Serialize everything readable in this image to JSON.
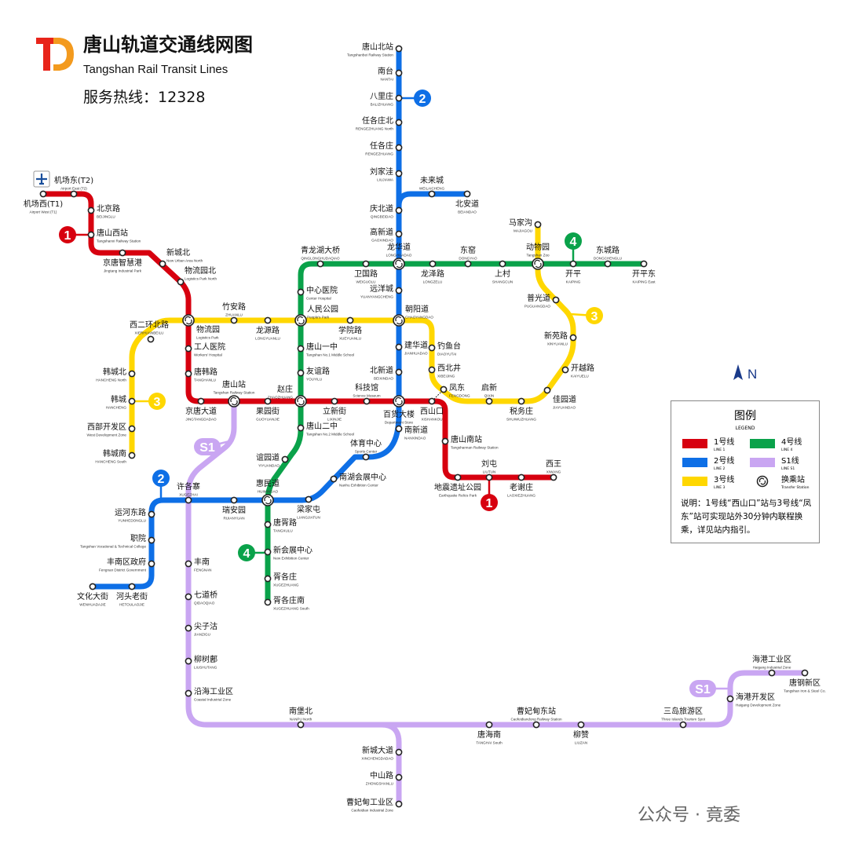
{
  "header": {
    "title": "唐山轨道交通线网图",
    "subtitle": "Tangshan Rail Transit Lines",
    "hotline": "服务热线：12328",
    "logo_text": "TD"
  },
  "north": "N",
  "watermark": "公众号 · 竟委",
  "colors": {
    "line1": "#d7000f",
    "line2": "#0e6fe6",
    "line3": "#ffd700",
    "line4": "#0aa24a",
    "s1": "#c9a6f2"
  },
  "badges": {
    "line1": "1",
    "line2": "2",
    "line3": "3",
    "line4": "4",
    "s1": "S1"
  },
  "legend": {
    "title": "图例",
    "subtitle": "LEGEND",
    "items": [
      {
        "zh": "1号线",
        "en": "LINE 1"
      },
      {
        "zh": "4号线",
        "en": "LINE 4"
      },
      {
        "zh": "2号线",
        "en": "LINE 2"
      },
      {
        "zh": "S1线",
        "en": "LINE S1"
      },
      {
        "zh": "3号线",
        "en": "LINE 3"
      },
      {
        "zh": "换乘站",
        "en": "Transfer Station"
      }
    ],
    "note": "说明：1号线“西山口”站与3号线“凤东”站可实现站外30分钟内联程换乘，详见站内指引。"
  },
  "stations": {
    "jcx": {
      "zh": "机场西(T1)",
      "en": "Airport West (T1)"
    },
    "jcd": {
      "zh": "机场东(T2)",
      "en": "Airport East (T2)"
    },
    "bjl": {
      "zh": "北京路",
      "en": "BEIJINGLU"
    },
    "tsxz": {
      "zh": "唐山西站",
      "en": "Tangshanxi Railway Station"
    },
    "jtzhg": {
      "zh": "京唐智慧港",
      "en": "Jingtang Industrial Park"
    },
    "xcb": {
      "zh": "新城北",
      "en": "New Urban Area North"
    },
    "wlyb": {
      "zh": "物流园北",
      "en": "Logistics Park North"
    },
    "wly": {
      "zh": "物流园",
      "en": "Logistics Park"
    },
    "gryy": {
      "zh": "工人医院",
      "en": "Workers' Hospital"
    },
    "thl": {
      "zh": "唐韩路",
      "en": "TANGHANLU"
    },
    "jtdd": {
      "zh": "京唐大道",
      "en": "JINGTANGDADAO"
    },
    "tsz": {
      "zh": "唐山站",
      "en": "Tangshan Railway Station"
    },
    "gyj": {
      "zh": "果园街",
      "en": "GUOYUANJIE"
    },
    "zz": {
      "zh": "赵庄",
      "en": "ZHAOZHUANG"
    },
    "lxj": {
      "zh": "立新街",
      "en": "LIXINJIE"
    },
    "kjg": {
      "zh": "科技馆",
      "en": "Science Museum"
    },
    "bhdl": {
      "zh": "百货大楼",
      "en": "Department Store"
    },
    "xsk": {
      "zh": "西山口",
      "en": "XISHANKOU"
    },
    "tsnz": {
      "zh": "唐山南站",
      "en": "Tangshannan Railway Station"
    },
    "dzyz": {
      "zh": "地震遗址公园",
      "en": "Earthquake Relics Park"
    },
    "lt": {
      "zh": "刘屯",
      "en": "LIUTUN"
    },
    "lxz": {
      "zh": "老谢庄",
      "en": "LAOXIEZHUANG"
    },
    "xw": {
      "zh": "西王",
      "en": "XIWANG"
    },
    "tsbz": {
      "zh": "唐山北站",
      "en": "Tangshanbei Railway Station"
    },
    "nt": {
      "zh": "南台",
      "en": "NANTAI"
    },
    "blz": {
      "zh": "八里庄",
      "en": "BALIZHUANG"
    },
    "rgzb": {
      "zh": "任各庄北",
      "en": "RENGEZHUANG North"
    },
    "rgz": {
      "zh": "任各庄",
      "en": "RENGEZHUANG"
    },
    "ljw": {
      "zh": "刘家洼",
      "en": "LIUJIAWA"
    },
    "wlc": {
      "zh": "未来城",
      "en": "WEILAICHENG"
    },
    "bad": {
      "zh": "北安道",
      "en": "BEIANDAO"
    },
    "qbd": {
      "zh": "庆北道",
      "en": "QINGBEIDAO"
    },
    "gxd": {
      "zh": "高新道",
      "en": "GAOXINDAO"
    },
    "lhd": {
      "zh": "龙华道",
      "en": "LONGHUADAO"
    },
    "yyc": {
      "zh": "远洋城",
      "en": "YUANYANGCHENG"
    },
    "cyd": {
      "zh": "朝阳道",
      "en": "CHAOYANGDAO"
    },
    "jhd": {
      "zh": "建华道",
      "en": "JIANHUADAO"
    },
    "bxd": {
      "zh": "北新道",
      "en": "BEIXINDAO"
    },
    "nxd": {
      "zh": "南新道",
      "en": "NANXINDAO"
    },
    "tyzx": {
      "zh": "体育中心",
      "en": "Sports Center"
    },
    "nhhz": {
      "zh": "南湖会展中心",
      "en": "Nanhu Exhibition Center"
    },
    "ljt": {
      "zh": "梁家屯",
      "en": "LIANGJIATUN"
    },
    "hmd": {
      "zh": "惠民道",
      "en": "HUIMINDAO"
    },
    "ray": {
      "zh": "瑞安园",
      "en": "RUIANYUAN"
    },
    "xgz": {
      "zh": "许各寨",
      "en": "XUGEZHAI"
    },
    "yhdl": {
      "zh": "运河东路",
      "en": "YUNHEDONGLU"
    },
    "zy": {
      "zh": "职院",
      "en": "Tangshan Vocational & Technical College"
    },
    "fnqzf": {
      "zh": "丰南区政府",
      "en": "Fengnan District Government"
    },
    "htlj": {
      "zh": "河头老街",
      "en": "HETOULAOJIE"
    },
    "whdj": {
      "zh": "文化大街",
      "en": "WENHUADAJIE"
    },
    "hcn": {
      "zh": "韩城南",
      "en": "HANCHENG South"
    },
    "xbkfq": {
      "zh": "西部开发区",
      "en": "West Development Zone"
    },
    "hc": {
      "zh": "韩城",
      "en": "HANCHENG"
    },
    "hcb": {
      "zh": "韩城北",
      "en": "HANCHENG North"
    },
    "xehbl": {
      "zh": "西二环北路",
      "en": "XIERHUANBEILU"
    },
    "zal": {
      "zh": "竹安路",
      "en": "ZHUANLU"
    },
    "lyl": {
      "zh": "龙源路",
      "en": "LONGYUANLU"
    },
    "rmgy": {
      "zh": "人民公园",
      "en": "People's Park"
    },
    "xyl": {
      "zh": "学院路",
      "en": "XUEYUANLU"
    },
    "dyt": {
      "zh": "钓鱼台",
      "en": "DIAOYUTAI"
    },
    "xbj": {
      "zh": "西北井",
      "en": "XIBEIJING"
    },
    "fd": {
      "zh": "凤东",
      "en": "FENGDONG"
    },
    "qx": {
      "zh": "启新",
      "en": "QIXIN"
    },
    "swz": {
      "zh": "税务庄",
      "en": "SHUIWUZHUANG"
    },
    "jyd": {
      "zh": "佳园道",
      "en": "JIAYUANDAO"
    },
    "kyl": {
      "zh": "开越路",
      "en": "KAIYUELU"
    },
    "xyl2": {
      "zh": "新苑路",
      "en": "XINYUANLU"
    },
    "pgd": {
      "zh": "普光道",
      "en": "PUGUANGDAO"
    },
    "dwy": {
      "zh": "动物园",
      "en": "Tangshan Zoo"
    },
    "mjg": {
      "zh": "马家沟",
      "en": "MAJIAGOU"
    },
    "kpd": {
      "zh": "开平东",
      "en": "KAIPING East"
    },
    "dcl": {
      "zh": "东城路",
      "en": "DONGCHENGLU"
    },
    "kp": {
      "zh": "开平",
      "en": "KAIPING"
    },
    "sc": {
      "zh": "上村",
      "en": "SHANGCUN"
    },
    "dy": {
      "zh": "东窑",
      "en": "DONGYAO"
    },
    "lzl": {
      "zh": "龙泽路",
      "en": "LONGZELU"
    },
    "wgl": {
      "zh": "卫国路",
      "en": "WEIGUOLU"
    },
    "qlhdq": {
      "zh": "青龙湖大桥",
      "en": "QINGLONGHUDAQIAO"
    },
    "zxyy": {
      "zh": "中心医院",
      "en": "Center Hospital"
    },
    "tsyz": {
      "zh": "唐山一中",
      "en": "Tangshan No.1 Middle School"
    },
    "yyl": {
      "zh": "友谊路",
      "en": "YOUYILU"
    },
    "tsez": {
      "zh": "唐山二中",
      "en": "Tangshan No.2 Middle School"
    },
    "yyd": {
      "zh": "谊园道",
      "en": "YIYUANDAO"
    },
    "txl": {
      "zh": "唐胥路",
      "en": "TANGXULU"
    },
    "xhzzx": {
      "zh": "新会展中心",
      "en": "New Exhibition Center"
    },
    "xgzh": {
      "zh": "胥各庄",
      "en": "XUGEZHUANG"
    },
    "xgzn": {
      "zh": "胥各庄南",
      "en": "XUGEZHUANG South"
    },
    "fn": {
      "zh": "丰南",
      "en": "FENGNAN"
    },
    "qdq": {
      "zh": "七道桥",
      "en": "QIDAOQIAO"
    },
    "jzg": {
      "zh": "尖子沽",
      "en": "JIANZIGU"
    },
    "lst": {
      "zh": "柳树鄌",
      "en": "LIUSHUTANG"
    },
    "yhgyq": {
      "zh": "沿海工业区",
      "en": "Coastal Industrial Zone"
    },
    "npb": {
      "zh": "南堡北",
      "en": "NANPU North"
    },
    "thn": {
      "zh": "唐海南",
      "en": "TANGHAI South"
    },
    "cfddz": {
      "zh": "曹妃甸东站",
      "en": "Caofeidiandong Railway Station"
    },
    "lz": {
      "zh": "柳赞",
      "en": "LIUZAN"
    },
    "sdlyq": {
      "zh": "三岛旅游区",
      "en": "Three Islands Tourism Spot"
    },
    "hgkfq": {
      "zh": "海港开发区",
      "en": "Haigang Development Zone"
    },
    "hggyq": {
      "zh": "海港工业区",
      "en": "Haigang Industrial Zone"
    },
    "tgxq": {
      "zh": "唐钢新区",
      "en": "Tangshan Iron & Steel Co."
    },
    "xcdd": {
      "zh": "新城大道",
      "en": "XINCHENGDADAO"
    },
    "zsl": {
      "zh": "中山路",
      "en": "ZHONGSHANLU"
    },
    "cfdgyq": {
      "zh": "曹妃甸工业区",
      "en": "Caofeidian Industrial Zone"
    }
  }
}
